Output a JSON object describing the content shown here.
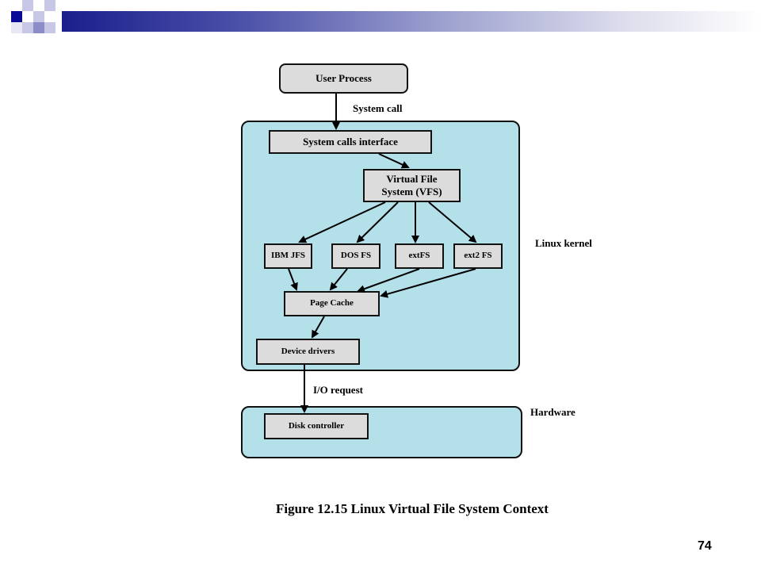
{
  "diagram": {
    "user_process": "User Process",
    "system_call_label": "System call",
    "system_calls_interface": "System calls interface",
    "vfs_line1": "Virtual File",
    "vfs_line2": "System (VFS)",
    "filesystems": [
      "IBM JFS",
      "DOS FS",
      "extFS",
      "ext2 FS"
    ],
    "page_cache": "Page Cache",
    "device_drivers": "Device drivers",
    "linux_kernel_label": "Linux kernel",
    "io_request_label": "I/O request",
    "hardware_label": "Hardware",
    "disk_controller": "Disk controller"
  },
  "caption": "Figure 12.15  Linux Virtual File System Context",
  "page_number": "74",
  "colors": {
    "region_fill": "#b4e0ea",
    "box_fill": "#dcdcdc",
    "header_dark": "#1a1f8c"
  }
}
